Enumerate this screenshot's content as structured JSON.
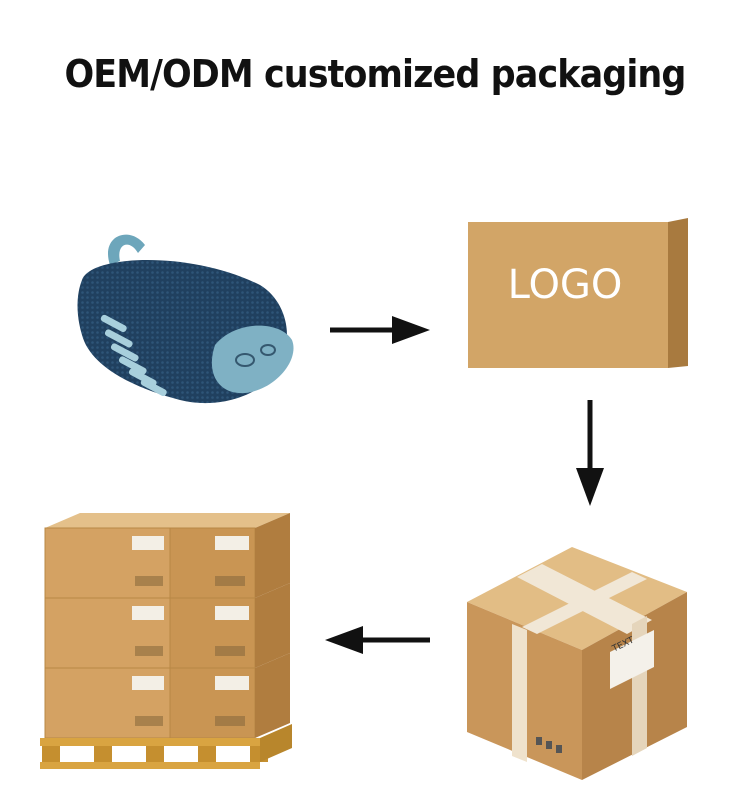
{
  "heading": "OEM/ODM customized packaging",
  "box_logo_text": "LOGO",
  "box_label_text": "TEXT",
  "colors": {
    "speaker_fabric": "#1f3d5e",
    "speaker_accent": "#7fb1c4",
    "cardboard": "#d2a567",
    "cardboard_dark": "#a87a3f",
    "pallet_wood": "#d9a441",
    "arrow": "#111111"
  },
  "steps": [
    {
      "icon": "bluetooth-speaker-icon"
    },
    {
      "icon": "logo-box-icon"
    },
    {
      "icon": "sealed-carton-icon"
    },
    {
      "icon": "palletized-cartons-icon"
    }
  ]
}
